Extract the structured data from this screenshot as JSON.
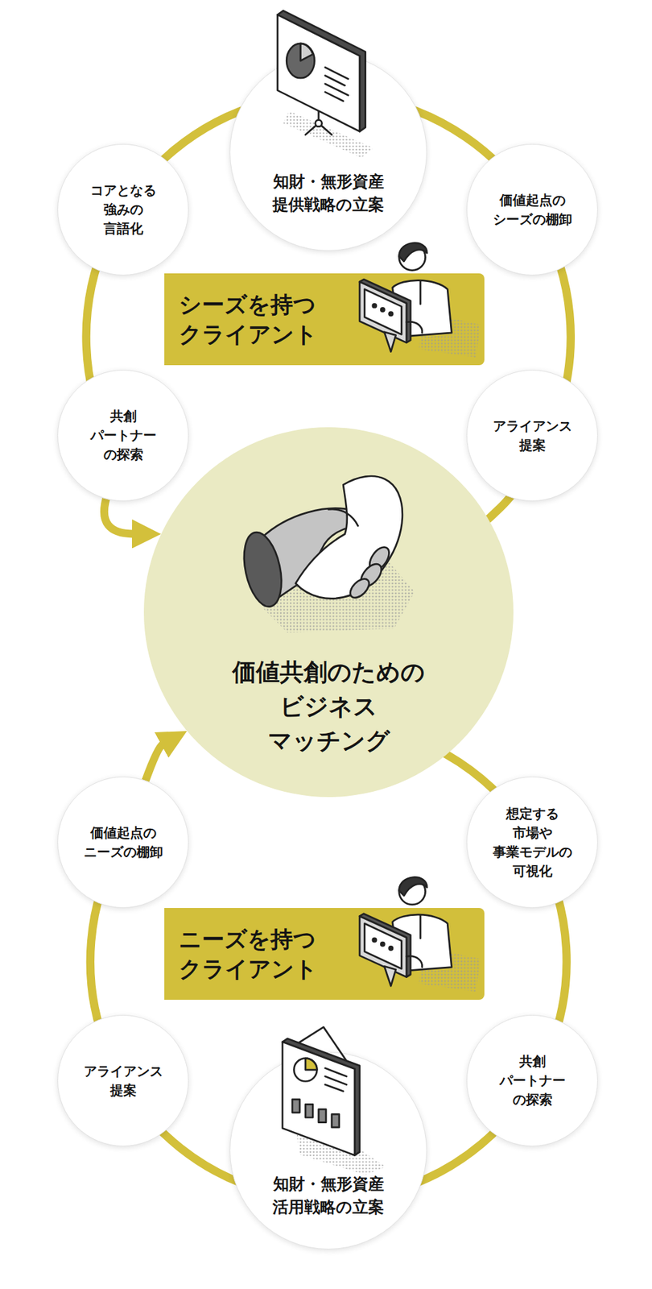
{
  "diagram": {
    "nodes": [
      {
        "text": [
          "知財・無形資産 提供戦略の立案"
        ]
      },
      {
        "text": [
          "コアとなる 強みの 言語化"
        ]
      },
      {
        "text": [
          "価値起点の シーズの棚卸"
        ]
      },
      {
        "text": [
          "シーズを持つ クライアント"
        ]
      },
      {
        "text": [
          "共創 パートナー の探索"
        ]
      },
      {
        "text": [
          "アライアンス 提案"
        ]
      },
      {
        "text": [
          "価値共創のための ビジネス マッチング"
        ]
      },
      {
        "text": [
          "価値起点の ニーズの棚卸"
        ]
      },
      {
        "text": [
          "想定する 市場や 事業モデルの 可視化"
        ]
      },
      {
        "text": [
          "ニーズを持つ クライアント"
        ]
      },
      {
        "text": [
          "アライアンス 提案"
        ]
      },
      {
        "text": [
          "共創 パートナー の探索"
        ]
      },
      {
        "text": [
          "知財・無形資産 活用戦略の立案"
        ]
      }
    ],
    "edges": [
      {
        "from": 4,
        "to": 6,
        "arrow": "to"
      },
      {
        "from": 7,
        "to": 6,
        "arrow": "to"
      }
    ]
  }
}
